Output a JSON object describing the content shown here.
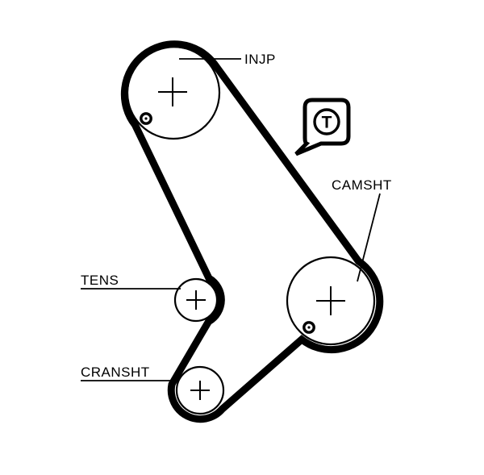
{
  "page": {
    "background": "#ffffff",
    "line_color": "#000000"
  },
  "callouts": {
    "injp": "INJP",
    "camsht": "CAMSHT",
    "tens": "TENS",
    "cransht": "CRANSHT"
  },
  "marker": {
    "label": "T"
  }
}
